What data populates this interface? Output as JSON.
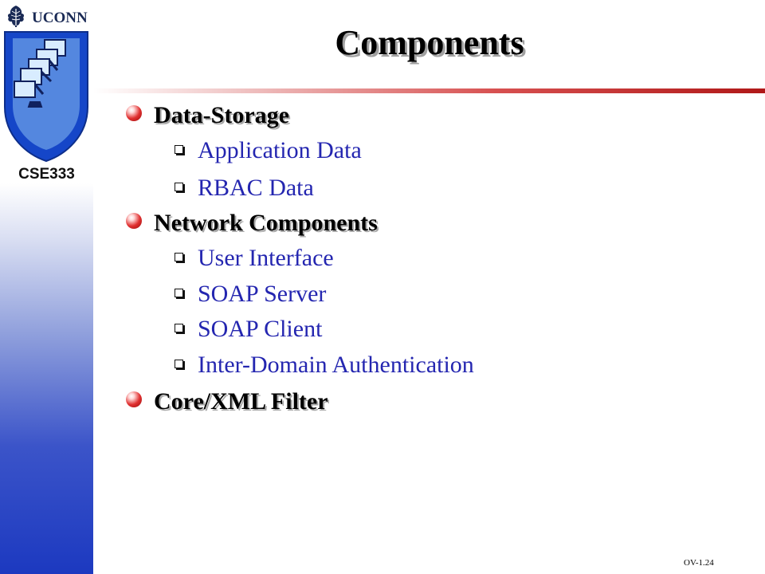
{
  "header": {
    "brand": "UCONN",
    "course": "CSE333"
  },
  "slide": {
    "title": "Components",
    "items": [
      {
        "label": "Data-Storage",
        "level": 1
      },
      {
        "label": "Application Data",
        "level": 2
      },
      {
        "label": "RBAC Data",
        "level": 2
      },
      {
        "label": "Network Components",
        "level": 1
      },
      {
        "label": "User Interface",
        "level": 2
      },
      {
        "label": "SOAP Server",
        "level": 2
      },
      {
        "label": "SOAP Client",
        "level": 2
      },
      {
        "label": "Inter-Domain Authentication",
        "level": 2
      },
      {
        "label": "Core/XML Filter",
        "level": 1
      }
    ]
  },
  "footer": {
    "page_code": "OV-1.24"
  },
  "colors": {
    "level1_text": "#000000",
    "level2_text": "#2426b0",
    "accent_bullet": "#d32a2a",
    "title_rule": "#b01818",
    "sidebar_blue": "#1c39c0"
  }
}
